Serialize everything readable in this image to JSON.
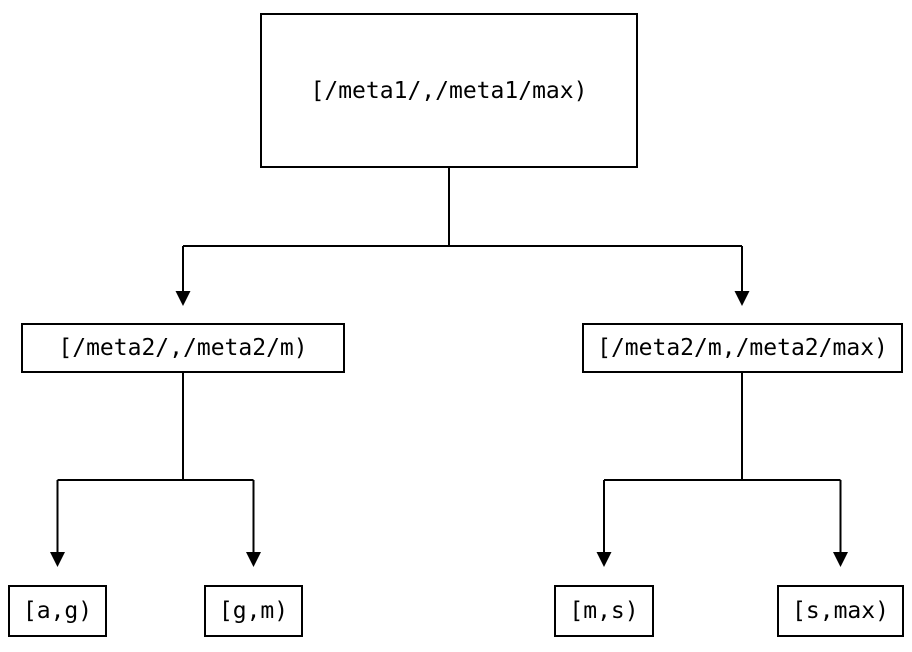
{
  "diagram": {
    "type": "tree",
    "colors": {
      "background": "#ffffff",
      "line": "#000000",
      "text": "#000000"
    },
    "nodes": {
      "root": {
        "label": "[/meta1/,/meta1/max)"
      },
      "left": {
        "label": "[/meta2/,/meta2/m)"
      },
      "right": {
        "label": "[/meta2/m,/meta2/max)"
      },
      "leaf_ag": {
        "label": "[a,g)"
      },
      "leaf_gm": {
        "label": "[g,m)"
      },
      "leaf_ms": {
        "label": "[m,s)"
      },
      "leaf_smax": {
        "label": "[s,max)"
      }
    },
    "edges": [
      {
        "from": "root",
        "to": "left"
      },
      {
        "from": "root",
        "to": "right"
      },
      {
        "from": "left",
        "to": "leaf_ag"
      },
      {
        "from": "left",
        "to": "leaf_gm"
      },
      {
        "from": "right",
        "to": "leaf_ms"
      },
      {
        "from": "right",
        "to": "leaf_smax"
      }
    ]
  }
}
